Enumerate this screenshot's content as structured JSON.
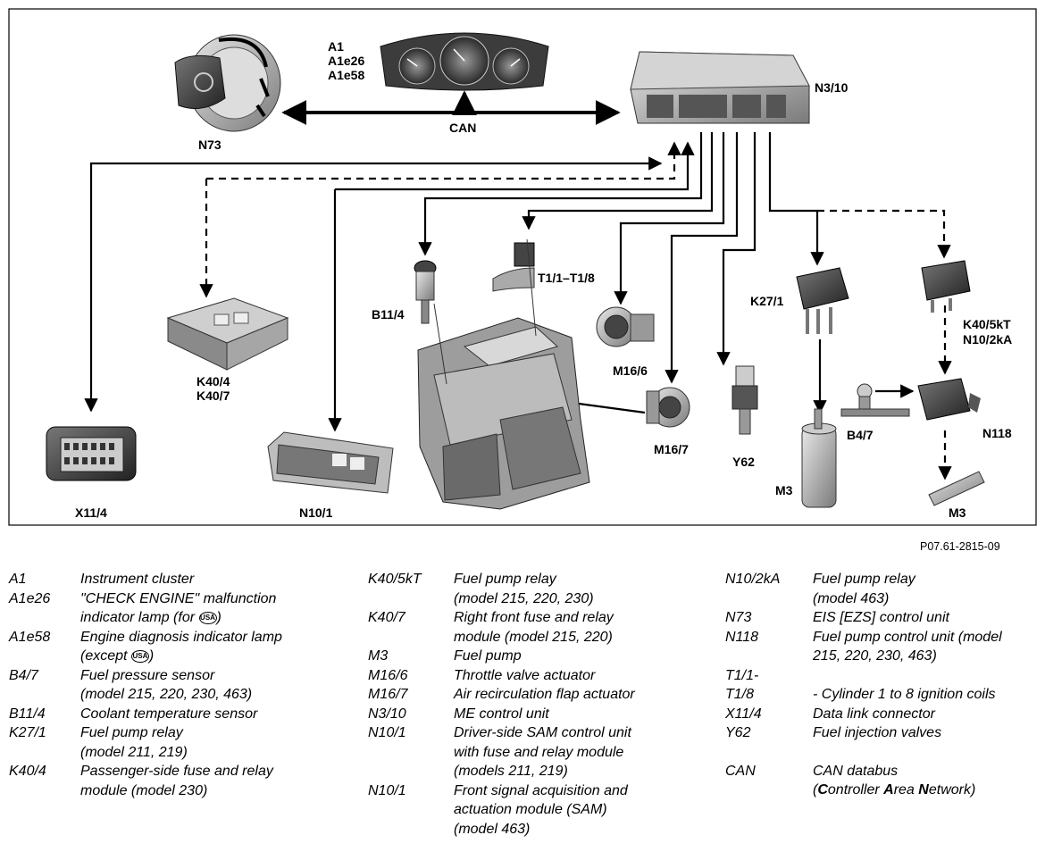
{
  "diagram": {
    "labels": {
      "a1": "A1",
      "a1e26": "A1e26",
      "a1e58": "A1e58",
      "n3_10": "N3/10",
      "n73": "N73",
      "can": "CAN",
      "k40_4": "K40/4",
      "k40_7": "K40/7",
      "x11_4": "X11/4",
      "n10_1": "N10/1",
      "b11_4": "B11/4",
      "t1": "T1/1–T1/8",
      "m16_6": "M16/6",
      "m16_7": "M16/7",
      "y62": "Y62",
      "k27_1": "K27/1",
      "k40_5kt": "K40/5kT",
      "n10_2ka": "N10/2kA",
      "b4_7": "B4/7",
      "n118": "N118",
      "m3_left": "M3",
      "m3_right": "M3"
    },
    "doc_ref": "P07.61-2815-09"
  },
  "legend": {
    "col1": [
      {
        "code": "A1",
        "desc": [
          "Instrument cluster"
        ]
      },
      {
        "code": "A1e26",
        "desc": [
          "\"CHECK ENGINE\" malfunction",
          "indicator lamp (for ",
          ")"
        ],
        "badge": "USA"
      },
      {
        "code": "A1e58",
        "desc": [
          "Engine diagnosis indicator lamp",
          "(except ",
          ")"
        ],
        "badge": "USA"
      },
      {
        "code": "B4/7",
        "desc": [
          "Fuel pressure sensor",
          "(model 215, 220, 230, 463)"
        ]
      },
      {
        "code": "B11/4",
        "desc": [
          "Coolant temperature sensor"
        ]
      },
      {
        "code": "K27/1",
        "desc": [
          "Fuel pump relay",
          "(model 211, 219)"
        ]
      },
      {
        "code": "K40/4",
        "desc": [
          "Passenger-side fuse and relay",
          "module (model 230)"
        ]
      }
    ],
    "col2": [
      {
        "code": "K40/5kT",
        "desc": [
          "Fuel pump relay",
          "(model 215, 220, 230)"
        ]
      },
      {
        "code": "K40/7",
        "desc": [
          "Right front fuse and relay",
          "module (model 215, 220)"
        ]
      },
      {
        "code": "M3",
        "desc": [
          "Fuel pump"
        ]
      },
      {
        "code": "M16/6",
        "desc": [
          "Throttle valve actuator"
        ]
      },
      {
        "code": "M16/7",
        "desc": [
          "Air recirculation flap actuator"
        ]
      },
      {
        "code": "N3/10",
        "desc": [
          "ME control unit"
        ]
      },
      {
        "code": "N10/1",
        "desc": [
          "Driver-side SAM control unit",
          "with fuse and relay module",
          "(models 211, 219)"
        ]
      },
      {
        "code": "N10/1",
        "desc": [
          "Front signal acquisition and",
          "actuation module (SAM)",
          "(model 463)"
        ]
      }
    ],
    "col3": [
      {
        "code": "N10/2kA",
        "desc": [
          "Fuel pump relay",
          "(model 463)"
        ]
      },
      {
        "code": "N73",
        "desc": [
          "EIS [EZS] control unit"
        ]
      },
      {
        "code": "N118",
        "desc": [
          "Fuel pump control unit (model",
          "215, 220, 230, 463)"
        ]
      },
      {
        "code": "T1/1-",
        "desc": [
          ""
        ]
      },
      {
        "code": "T1/8",
        "desc": [
          "- Cylinder 1 to 8 ignition coils"
        ]
      },
      {
        "code": "X11/4",
        "desc": [
          "Data link connector"
        ]
      },
      {
        "code": "Y62",
        "desc": [
          "Fuel injection valves"
        ]
      },
      {
        "code": "CAN",
        "desc": [
          "CAN databus",
          "(",
          "C",
          "ontroller ",
          "A",
          "rea ",
          "N",
          "etwork)"
        ]
      }
    ]
  }
}
